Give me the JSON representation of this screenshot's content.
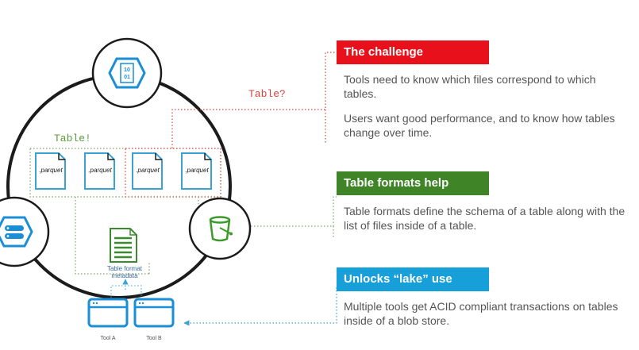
{
  "diagram": {
    "table_question_label": "Table?",
    "table_confirmed_label": "Table!",
    "parquet_file_label": ".parquet",
    "metadata_label_line1": "Table format",
    "metadata_label_line2": "metadata",
    "tool_a_label": "Tool A",
    "tool_b_label": "Tool B",
    "data_icon_digits_top": "10",
    "data_icon_digits_bottom": "01"
  },
  "panels": [
    {
      "title": "The challenge",
      "color": "#e8111b",
      "paragraphs": [
        "Tools need to know which files correspond to which tables.",
        "Users want good performance, and to know how tables change over time."
      ]
    },
    {
      "title": "Table formats help",
      "color": "#3f8527",
      "paragraphs": [
        "Table formats define the schema of a table along with the list of files inside of a table."
      ]
    },
    {
      "title": "Unlocks “lake” use",
      "color": "#179fd9",
      "paragraphs": [
        "Multiple tools get ACID compliant transactions on tables inside of a blob store."
      ]
    }
  ],
  "colors": {
    "azure_blue": "#1a8fd6",
    "bucket_green": "#3a9a2a",
    "doc_green": "#3a8a2e",
    "dotted_red": "#d9433a",
    "dotted_green": "#7da860",
    "dotted_blue": "#3aa3d6"
  },
  "icons": {
    "top_node": "data-lake-storage-icon",
    "left_node": "database-server-icon",
    "right_node": "storage-bucket-icon",
    "metadata": "document-icon",
    "tools": "browser-window-icon"
  }
}
